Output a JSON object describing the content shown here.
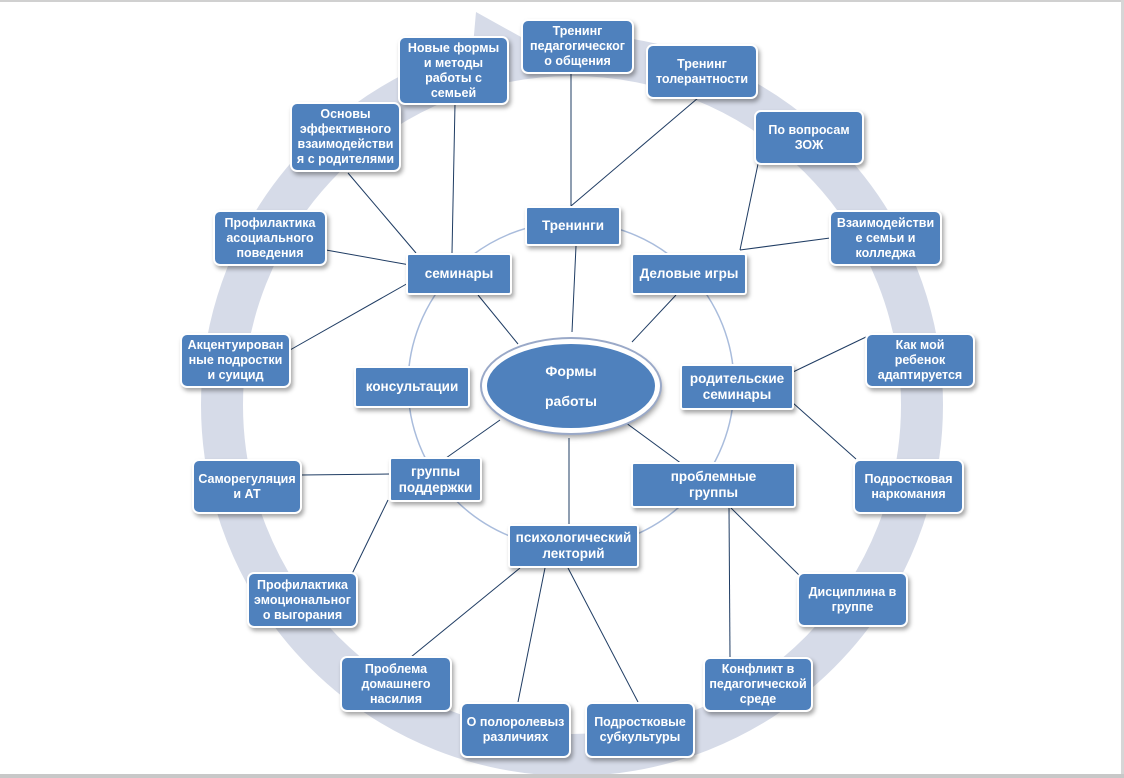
{
  "center": {
    "line1": "Формы",
    "line2": "работы"
  },
  "categories": {
    "trainings": "Тренинги",
    "seminars": "семинары",
    "business_games": "Деловые игры",
    "consultations": "консультации",
    "parent_seminars": "родительские семинары",
    "support_groups": "группы поддержки",
    "problem_groups": "проблемные\nгруппы",
    "psych_lectures": "психологический лекторий"
  },
  "topics": {
    "ped_communication": "Тренинг педагогическог о общения",
    "tolerance": "Тренинг толерантности",
    "healthy_lifestyle": "По вопросам ЗОЖ",
    "family_college": "Взаимодействи е семьи и колледжа",
    "adaptation": "Как мой ребенок адаптируется",
    "teen_addiction": "Подростковая наркомания",
    "discipline": "Дисциплина в группе",
    "ped_conflict": "Конфликт в педагогической среде",
    "subcultures": "Подростковые субкультуры",
    "gender_roles": "О полоролевыз различиях",
    "domestic_violence": "Проблема домашнего насилия",
    "burnout": "Профилактика эмоциональног о выгорания",
    "self_regulation": "Саморегуляция и АТ",
    "accentuated_teens": "Акцентуирован ные подростки и суицид",
    "asocial_behavior": "Профилактика асоциального поведения",
    "parent_interaction": "Основы эффективного взаимодействи я с родителями",
    "family_methods": "Новые формы и методы работы с семьей"
  },
  "colors": {
    "box": "#4f81bd",
    "ring": "#d6dbe8",
    "line": "#1f3c63",
    "inner_circle": "#a9bcdc"
  }
}
